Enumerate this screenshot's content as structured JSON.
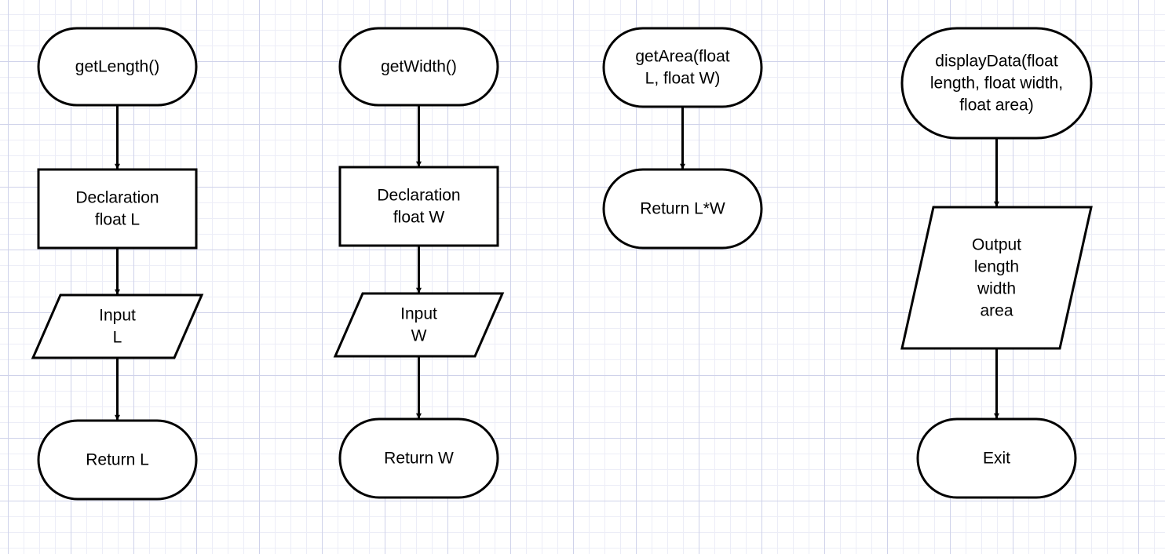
{
  "diagram": {
    "nodes": {
      "getlength": [
        "getLength()"
      ],
      "decl_l": [
        "Declaration",
        "float L"
      ],
      "input_l": [
        "Input",
        "L"
      ],
      "return_l": [
        "Return L"
      ],
      "getwidth": [
        "getWidth()"
      ],
      "decl_w": [
        "Declaration",
        "float W"
      ],
      "input_w": [
        "Input",
        "W"
      ],
      "return_w": [
        "Return W"
      ],
      "getarea": [
        "getArea(float",
        "L, float W)"
      ],
      "return_lw": [
        "Return L*W"
      ],
      "displaydata": [
        "displayData(float",
        "length, float width,",
        "float area)"
      ],
      "output": [
        "Output",
        "length",
        "width",
        "area"
      ],
      "exit": [
        "Exit"
      ]
    },
    "edges": [
      [
        "getlength",
        "decl_l"
      ],
      [
        "decl_l",
        "input_l"
      ],
      [
        "input_l",
        "return_l"
      ],
      [
        "getwidth",
        "decl_w"
      ],
      [
        "decl_w",
        "input_w"
      ],
      [
        "input_w",
        "return_w"
      ],
      [
        "getarea",
        "return_lw"
      ],
      [
        "displaydata",
        "output"
      ],
      [
        "output",
        "exit"
      ]
    ]
  }
}
